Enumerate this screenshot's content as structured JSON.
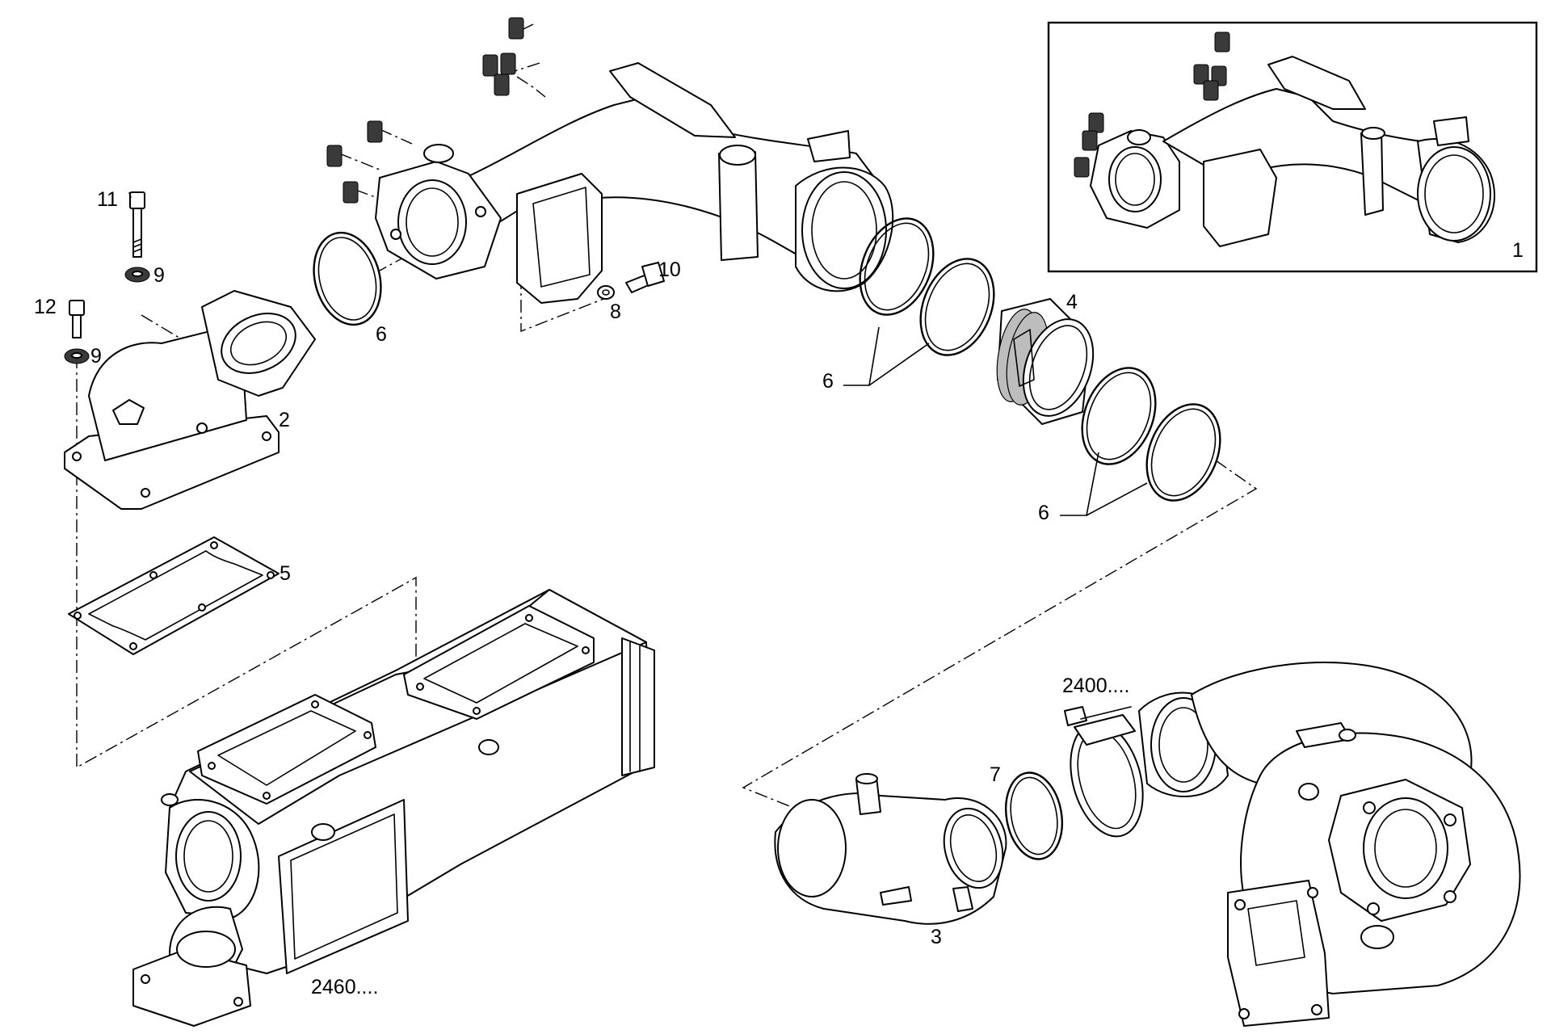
{
  "diagram": {
    "callouts": {
      "p1": "1",
      "p2": "2",
      "p3": "3",
      "p4": "4",
      "p5": "5",
      "p6a": "6",
      "p6b": "6",
      "p6c": "6",
      "p7": "7",
      "p8": "8",
      "p9a": "9",
      "p9b": "9",
      "p10": "10",
      "p11": "11",
      "p12": "12",
      "ref2400": "2400....",
      "ref2460": "2460...."
    }
  }
}
